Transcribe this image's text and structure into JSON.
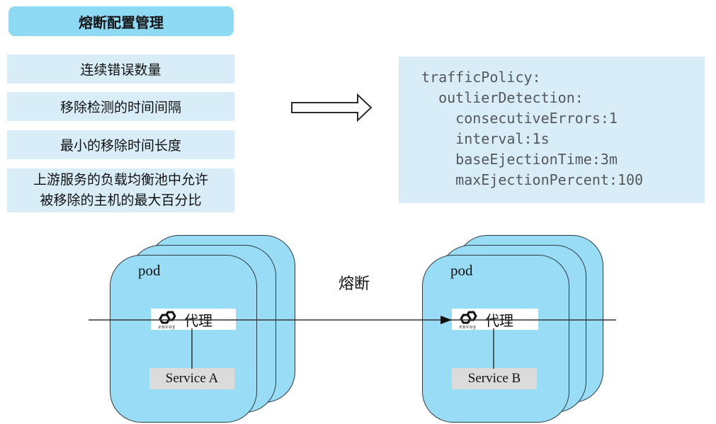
{
  "title": "熔断配置管理",
  "params": [
    "连续错误数量",
    "移除检测的时间间隔",
    "最小的移除时间长度",
    "上游服务的负载均衡池中允许\n被移除的主机的最大百分比"
  ],
  "code": {
    "lines": [
      "trafficPolicy:",
      "  outlierDetection:",
      "    consecutiveErrors:1",
      "    interval:1s",
      "    baseEjectionTime:3m",
      "    maxEjectionPercent:100"
    ]
  },
  "edge_label": "熔断",
  "pods": {
    "left": {
      "label": "pod",
      "proxy": "代理",
      "logo": "envoy",
      "service": "Service A"
    },
    "right": {
      "label": "pod",
      "proxy": "代理",
      "logo": "envoy",
      "service": "Service B"
    }
  },
  "colors": {
    "header_blue": "#8ED9F3",
    "panel_blue": "#D8EDF8",
    "pod_blue": "#98DDF5",
    "service_gray": "#DBDBDB",
    "line_dark": "#333333",
    "code_text": "#54585B"
  }
}
